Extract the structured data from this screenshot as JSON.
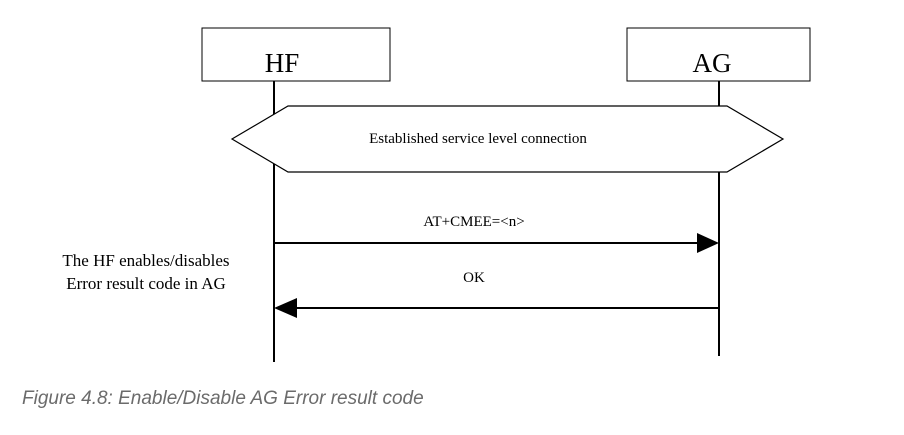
{
  "entities": {
    "hf": "HF",
    "ag": "AG"
  },
  "connection_banner": "Established service level connection",
  "messages": {
    "request": "AT+CMEE=<n>",
    "response": "OK"
  },
  "note": {
    "line1": "The HF enables/disables",
    "line2": "Error result code in AG"
  },
  "caption": "Figure 4.8: Enable/Disable AG Error result code"
}
